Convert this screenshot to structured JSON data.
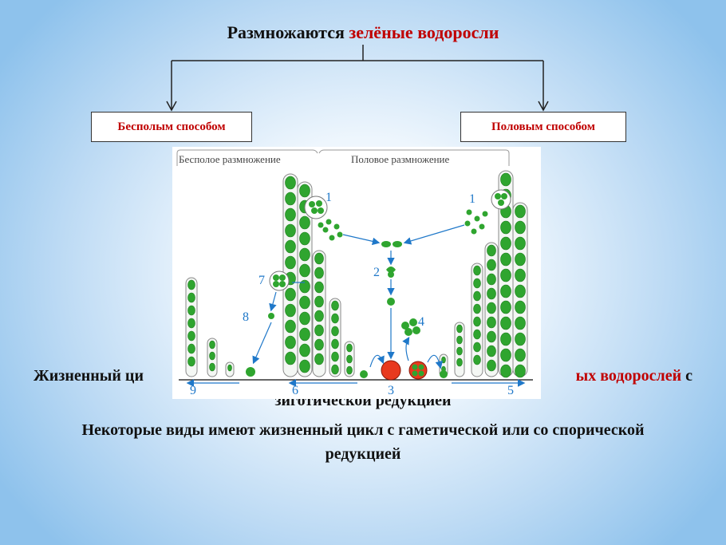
{
  "title": {
    "prefix": "Размножаются ",
    "highlight": "зелёные водоросли"
  },
  "branches": {
    "left": "Бесполым способом",
    "right": "Половым способом"
  },
  "figure": {
    "header_left": "Бесполое размножение",
    "header_right": "Половое размножение",
    "numbers": [
      "1",
      "1",
      "2",
      "3",
      "4",
      "5",
      "6",
      "7",
      "8",
      "9"
    ]
  },
  "text1": {
    "line1_start": "Жизненный ци",
    "line1_end_highlight": "ых водорослей",
    "line1_end": " с",
    "line2": "зиготической редукцией"
  },
  "text2": "Некоторые виды имеют жизненный цикл с гаметической или со спорической редукцией",
  "colors": {
    "accent": "#c00000",
    "cell_green": "#2fa52f",
    "arrow_blue": "#1f78c9",
    "zygote_red": "#e8391e"
  }
}
